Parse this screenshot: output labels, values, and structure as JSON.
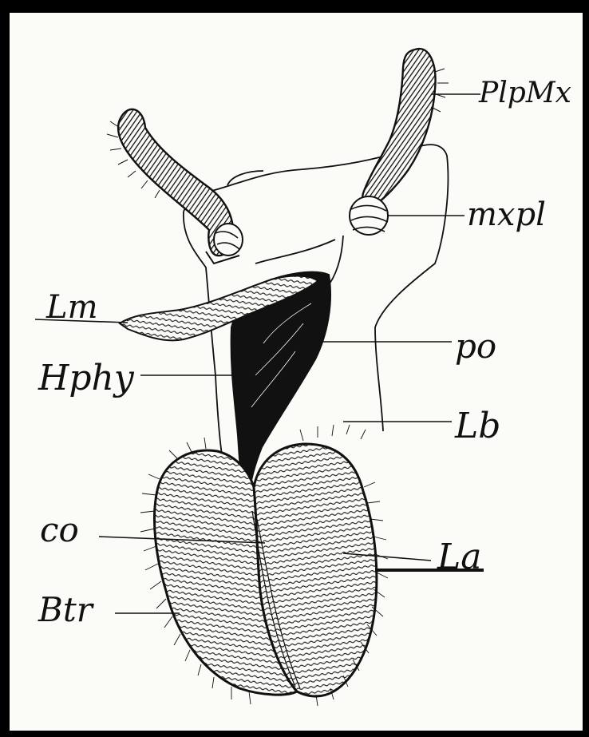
{
  "figure": {
    "background_color": "#000000",
    "paper_color": "#fbfbf7",
    "ink_color": "#111111"
  },
  "labels": {
    "plpmx": "PlpMx",
    "mxpl": "mxpl",
    "lm": "Lm",
    "po": "po",
    "hphy": "Hphy",
    "lb": "Lb",
    "co": "co",
    "la": "La",
    "btr": "Btr"
  }
}
